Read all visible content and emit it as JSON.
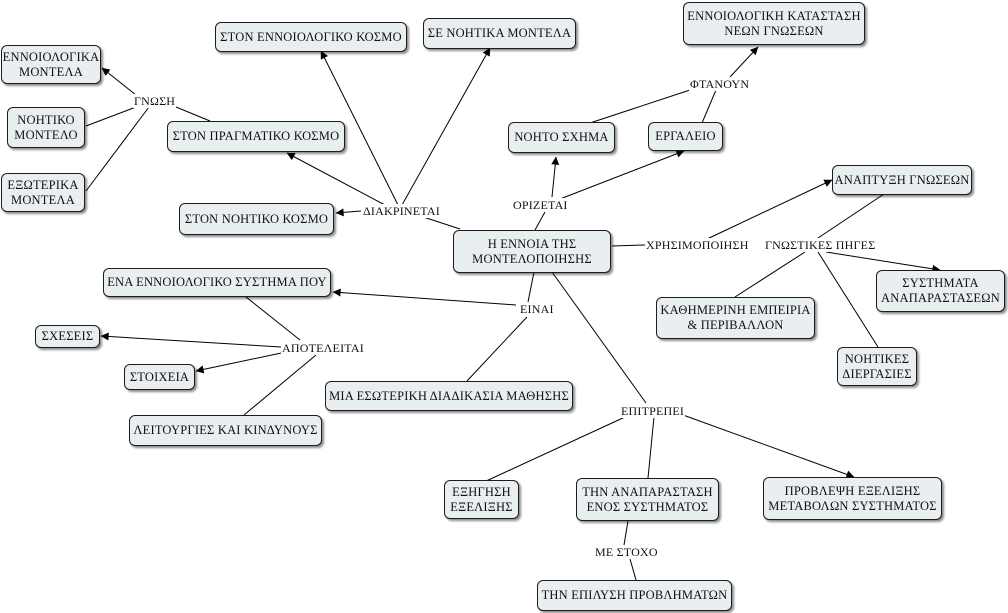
{
  "nodes": {
    "center": "Η ΕΝΝΟΙΑ ΤΗΣ\nΜΟΝΤΕΛΟΠΟΙΗΣΗΣ",
    "stin_ennoiologiko_kosmo": "ΣΤΟΝ ΕΝΝΟΙΟΛΟΓΙΚΟ ΚΟΣΜΟ",
    "se_noitika_montela": "ΣΕ ΝΟΗΤΙΚΑ ΜΟΝΤΕΛΑ",
    "ennoiologiki_katastasi": "ΕΝΝΟΙΟΛΟΓΙΚΗ ΚΑΤΑΣΤΑΣΗ\nΝΕΩΝ ΓΝΩΣΕΩΝ",
    "ennoiologika_montela": "ΕΝΝΟΙΟΛΟΓΙΚΑ\nΜΟΝΤΕΛΑ",
    "noitiko_montelo": "ΝΟΗΤΙΚΟ\nΜΟΝΤΕΛΟ",
    "exoterika_montela": "ΕΞΩΤΕΡΙΚΑ\nΜΟΝΤΕΛΑ",
    "ston_pragmatiko_kosmo": "ΣΤΟΝ ΠΡΑΓΜΑΤΙΚΟ ΚΟΣΜΟ",
    "ston_noitiko_kosmo": "ΣΤΟΝ ΝΟΗΤΙΚΟ ΚΟΣΜΟ",
    "noito_schima": "ΝΟΗΤΟ ΣΧΗΜΑ",
    "ergaleio": "ΕΡΓΑΛΕΙΟ",
    "anaptyxi_gnoseon": "ΑΝΑΠΤΥΞΗ ΓΝΩΣΕΩΝ",
    "systimata_anaparastaseon": "ΣΥΣΤΗΜΑΤΑ\nΑΝΑΠΑΡΑΣΤΑΣΕΩΝ",
    "kathimerini_empeiria": "ΚΑΘΗΜΕΡΙΝΗ ΕΜΠΕΙΡΙΑ\n& ΠΕΡΙΒΑΛΛΟΝ",
    "noitikes_diergasies": "ΝΟΗΤΙΚΕΣ\nΔΙΕΡΓΑΣΙΕΣ",
    "ena_ennoiologiko_systima": "ΕΝΑ ΕΝΝΟΙΟΛΟΓΙΚΟ ΣΥΣΤΗΜΑ ΠΟΥ",
    "scheseis": "ΣΧΕΣΕΙΣ",
    "stoicheia": "ΣΤΟΙΧΕΙΑ",
    "leitourgies": "ΛΕΙΤΟΥΡΓΙΕΣ ΚΑΙ ΚΙΝΔΥΝΟΥΣ",
    "mia_esoteriki_diadikasia": "ΜΙΑ ΕΣΩΤΕΡΙΚΗ ΔΙΑΔΙΚΑΣΙΑ ΜΑΘΗΣΗΣ",
    "exigisi_exelixis": "ΕΞΗΓΗΣΗ\nΕΞΕΛΙΞΗΣ",
    "tin_anaparastasi": "ΤΗΝ ΑΝΑΠΑΡΑΣΤΑΣΗ\nΕΝΟΣ ΣΥΣΤΗΜΑΤΟΣ",
    "provlepsi_exelixis": "ΠΡΟΒΛΕΨΗ ΕΞΕΛΙΞΗΣ\nΜΕΤΑΒΟΛΩΝ ΣΥΣΤΗΜΑΤΟΣ",
    "tin_epilysi": "ΤΗΝ ΕΠΙΛΥΣΗ ΠΡΟΒΛΗΜΑΤΩΝ"
  },
  "links": {
    "gnosi": "ΓΝΩΣΗ",
    "diakrinetai": "ΔΙΑΚΡΙΝΕΤΑΙ",
    "orizetai": "ΟΡΙΖΕΤΑΙ",
    "ftanoun": "ΦΤΑΝΟΥΝ",
    "chrisimopoiisi": "ΧΡΗΣΙΜΟΠΟΙΗΣΗ",
    "gnostikes_piges": "ΓΝΩΣΤΙΚΕΣ ΠΗΓΕΣ",
    "einai": "ΕΙΝΑΙ",
    "apoteleitai": "ΑΠΟΤΕΛΕΙΤΑΙ",
    "epitrepei": "ΕΠΙΤΡΕΠΕΙ",
    "me_stocho": "ΜΕ ΣΤΟΧΟ"
  }
}
